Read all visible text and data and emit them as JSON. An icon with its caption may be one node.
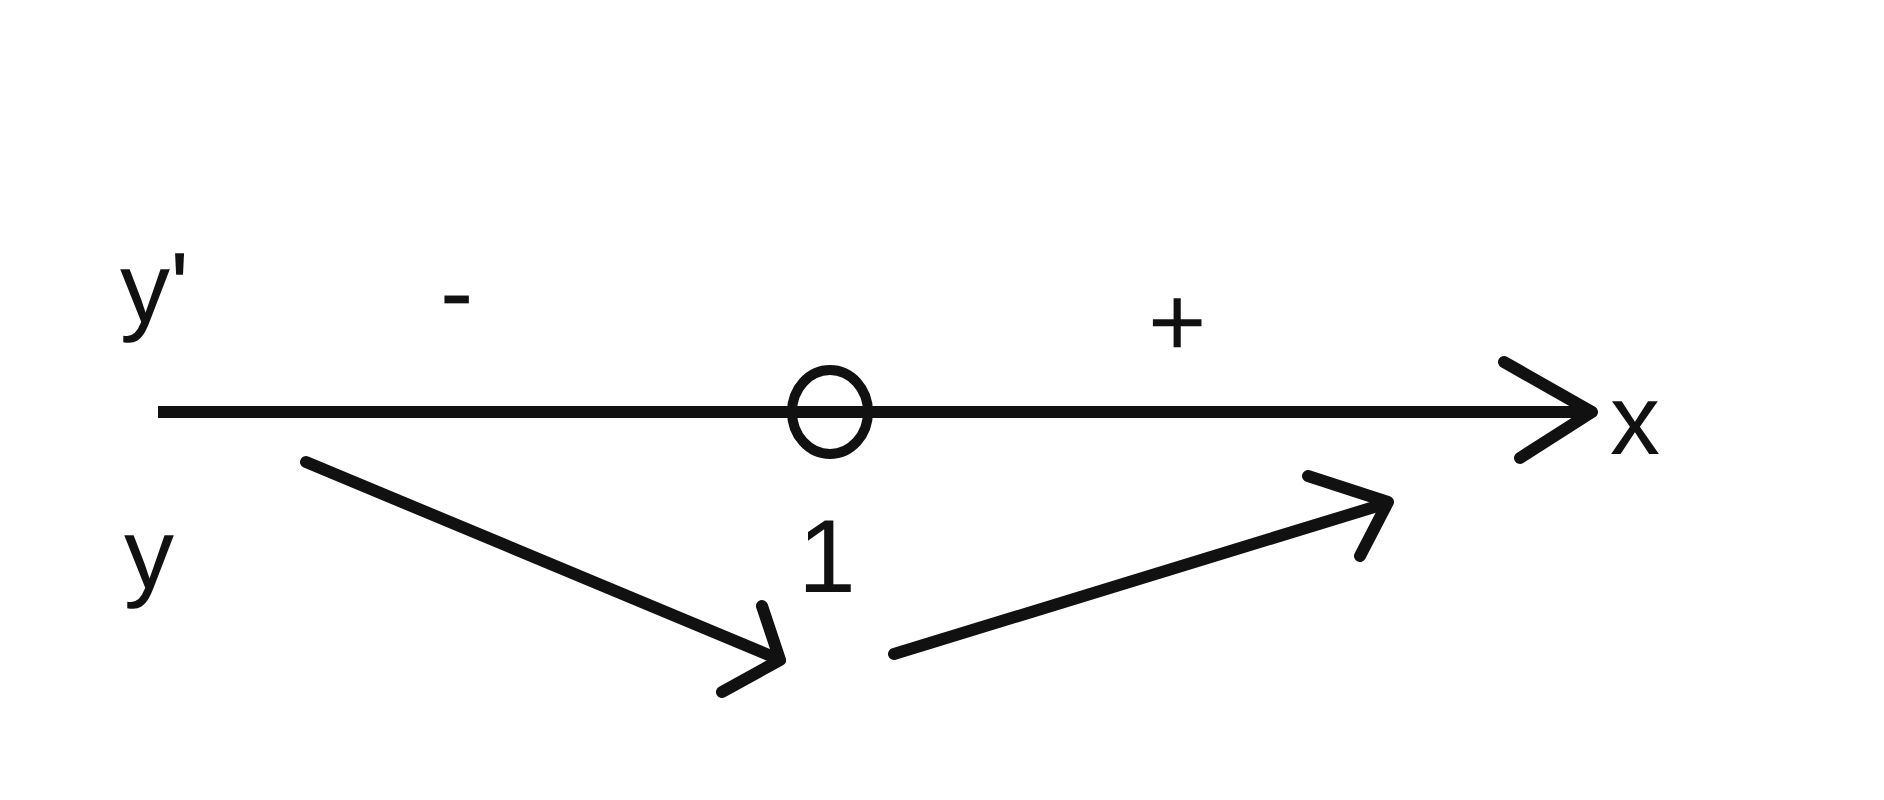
{
  "diagram": {
    "labels": [
      "y'",
      "-",
      "+",
      "x",
      "y",
      "1"
    ]
  }
}
